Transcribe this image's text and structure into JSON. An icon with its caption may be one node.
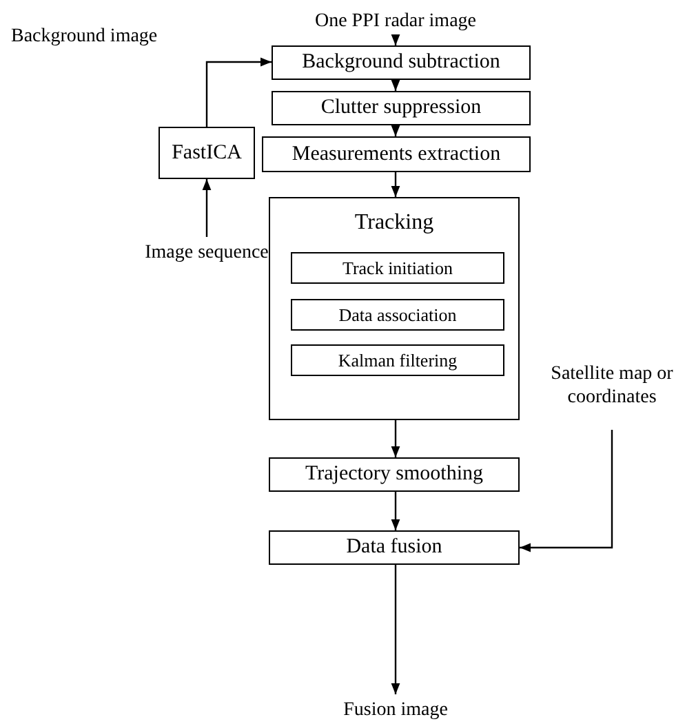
{
  "diagram": {
    "nodes": [
      {
        "text": [
          "One PPI radar image"
        ]
      },
      {
        "text": [
          "Background subtraction"
        ]
      },
      {
        "text": [
          "Clutter suppression"
        ]
      },
      {
        "text": [
          "Measurements extraction"
        ]
      },
      {
        "text": [
          "Tracking"
        ]
      },
      {
        "text": [
          "Track initiation"
        ],
        "in": 4
      },
      {
        "text": [
          "Data association"
        ],
        "in": 4
      },
      {
        "text": [
          "Kalman filtering"
        ],
        "in": 4
      },
      {
        "text": [
          "Trajectory smoothing"
        ]
      },
      {
        "text": [
          "Data fusion"
        ]
      },
      {
        "text": [
          "Fusion image"
        ]
      },
      {
        "text": [
          "FastICA"
        ]
      },
      {
        "text": [
          "Image sequence"
        ]
      },
      {
        "text": [
          "Satellite map or coordinates"
        ]
      }
    ],
    "edges": [
      {
        "from": 0,
        "to": 1,
        "arrow": "to"
      },
      {
        "from": 1,
        "to": 2,
        "arrow": "to"
      },
      {
        "from": 2,
        "to": 3,
        "arrow": "to"
      },
      {
        "from": 3,
        "to": 4,
        "arrow": "to"
      },
      {
        "from": 4,
        "to": 8,
        "arrow": "to"
      },
      {
        "from": 8,
        "to": 9,
        "arrow": "to"
      },
      {
        "from": 9,
        "to": 10,
        "arrow": "to"
      },
      {
        "from": 12,
        "to": 11,
        "arrow": "to"
      },
      {
        "from": 11,
        "to": 1,
        "arrow": "to",
        "label": "Background image"
      },
      {
        "from": 13,
        "to": 9,
        "arrow": "to"
      }
    ]
  }
}
